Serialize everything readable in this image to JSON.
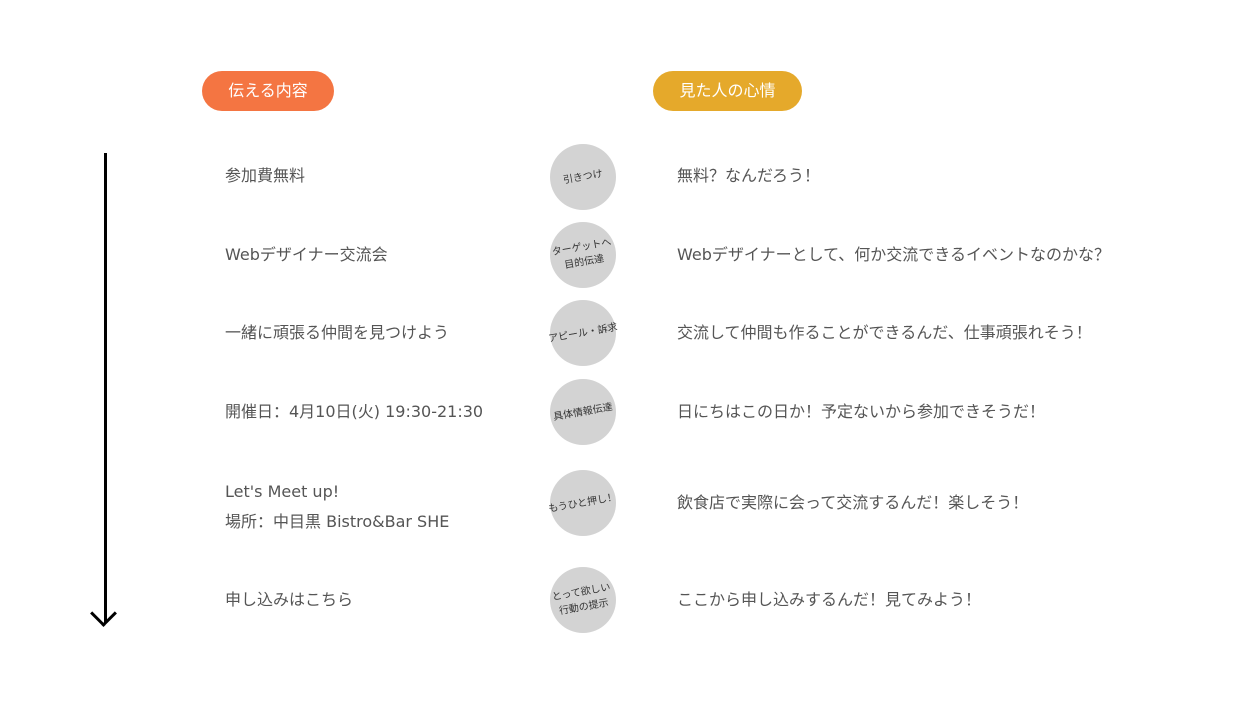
{
  "headers": {
    "left": "伝える内容",
    "right": "見た人の心情"
  },
  "rows": [
    {
      "content": [
        "参加費無料"
      ],
      "role": "引きつけ",
      "feeling": "無料？なんだろう！"
    },
    {
      "content": [
        "Webデザイナー交流会"
      ],
      "role": "ターゲットへ\n目的伝達",
      "feeling": "Webデザイナーとして、何か交流できるイベントなのかな？"
    },
    {
      "content": [
        "一緒に頑張る仲間を見つけよう"
      ],
      "role": "アピール・訴求",
      "feeling": "交流して仲間も作ることができるんだ、仕事頑張れそう！"
    },
    {
      "content": [
        "開催日：4月10日(火) 19:30-21:30"
      ],
      "role": "具体情報伝達",
      "feeling": "日にちはこの日か！予定ないから参加できそうだ！"
    },
    {
      "content": [
        "Let's Meet up!",
        "場所：中目黒 Bistro&Bar SHE"
      ],
      "role": "もうひと押し！",
      "feeling": "飲食店で実際に会って交流するんだ！楽しそう！"
    },
    {
      "content": [
        "申し込みはこちら"
      ],
      "role": "とって欲しい\n行動の提示",
      "feeling": "ここから申し込みするんだ！見てみよう！"
    }
  ],
  "colors": {
    "left_pill": "#F47542",
    "right_pill": "#E5A92B",
    "circle": "#d3d3d3"
  }
}
